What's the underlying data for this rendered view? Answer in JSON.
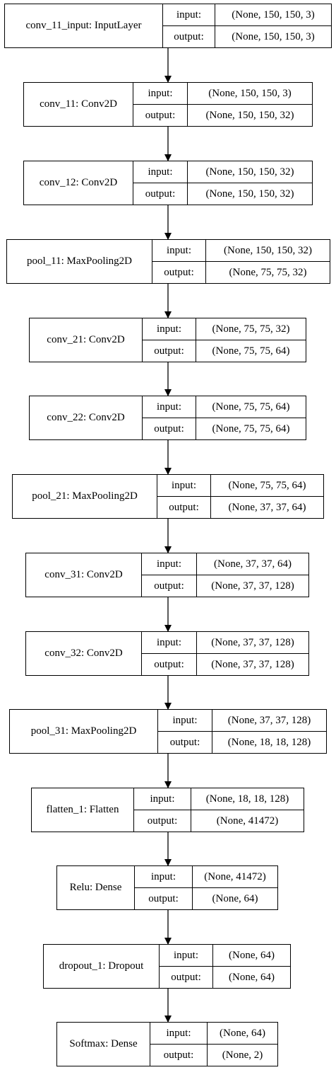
{
  "layers": [
    {
      "name": "conv_11_input: InputLayer",
      "input_label": "input:",
      "output_label": "output:",
      "input": "(None, 150, 150, 3)",
      "output": "(None, 150, 150, 3)"
    },
    {
      "name": "conv_11: Conv2D",
      "input_label": "input:",
      "output_label": "output:",
      "input": "(None, 150, 150, 3)",
      "output": "(None, 150, 150, 32)"
    },
    {
      "name": "conv_12: Conv2D",
      "input_label": "input:",
      "output_label": "output:",
      "input": "(None, 150, 150, 32)",
      "output": "(None, 150, 150, 32)"
    },
    {
      "name": "pool_11: MaxPooling2D",
      "input_label": "input:",
      "output_label": "output:",
      "input": "(None, 150, 150, 32)",
      "output": "(None, 75, 75, 32)"
    },
    {
      "name": "conv_21: Conv2D",
      "input_label": "input:",
      "output_label": "output:",
      "input": "(None, 75, 75, 32)",
      "output": "(None, 75, 75, 64)"
    },
    {
      "name": "conv_22: Conv2D",
      "input_label": "input:",
      "output_label": "output:",
      "input": "(None, 75, 75, 64)",
      "output": "(None, 75, 75, 64)"
    },
    {
      "name": "pool_21: MaxPooling2D",
      "input_label": "input:",
      "output_label": "output:",
      "input": "(None, 75, 75, 64)",
      "output": "(None, 37, 37, 64)"
    },
    {
      "name": "conv_31: Conv2D",
      "input_label": "input:",
      "output_label": "output:",
      "input": "(None, 37, 37, 64)",
      "output": "(None, 37, 37, 128)"
    },
    {
      "name": "conv_32: Conv2D",
      "input_label": "input:",
      "output_label": "output:",
      "input": "(None, 37, 37, 128)",
      "output": "(None, 37, 37, 128)"
    },
    {
      "name": "pool_31: MaxPooling2D",
      "input_label": "input:",
      "output_label": "output:",
      "input": "(None, 37, 37, 128)",
      "output": "(None, 18, 18, 128)"
    },
    {
      "name": "flatten_1: Flatten",
      "input_label": "input:",
      "output_label": "output:",
      "input": "(None, 18, 18, 128)",
      "output": "(None, 41472)"
    },
    {
      "name": "Relu: Dense",
      "input_label": "input:",
      "output_label": "output:",
      "input": "(None, 41472)",
      "output": "(None, 64)"
    },
    {
      "name": "dropout_1: Dropout",
      "input_label": "input:",
      "output_label": "output:",
      "input": "(None, 64)",
      "output": "(None, 64)"
    },
    {
      "name": "Softmax: Dense",
      "input_label": "input:",
      "output_label": "output:",
      "input": "(None, 64)",
      "output": "(None, 2)"
    }
  ],
  "edge_color": "#000000"
}
